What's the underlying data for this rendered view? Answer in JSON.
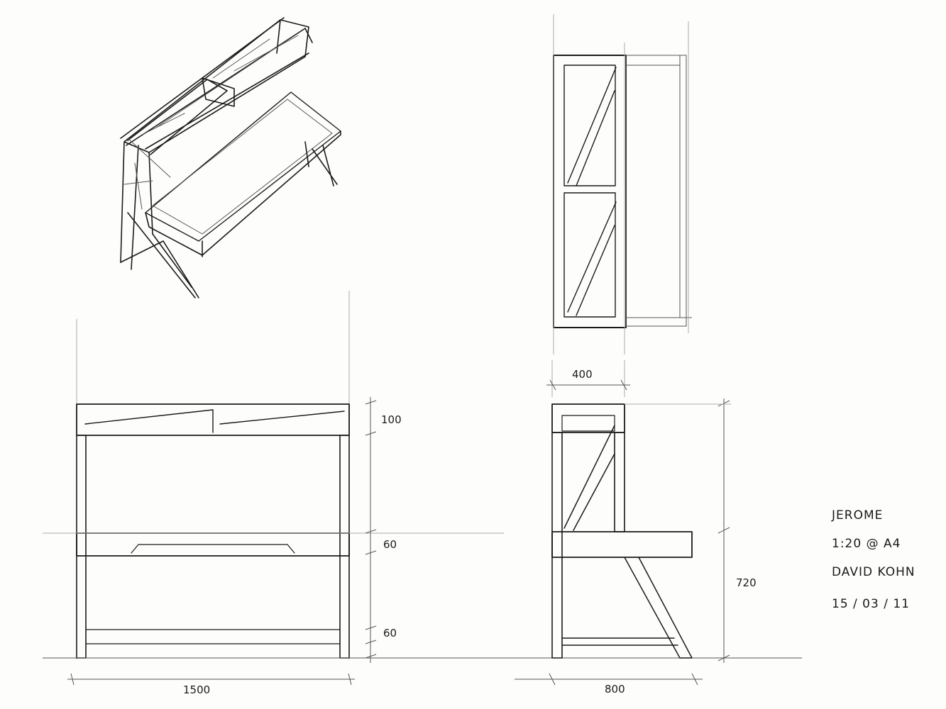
{
  "title_block": {
    "project": "JEROME",
    "scale": "1:20 @ A4",
    "author": "DAVID KOHN",
    "date": "15 / 03 / 11"
  },
  "front_elevation": {
    "dim_top_band": "100",
    "dim_desk": "60",
    "dim_bottom_rail": "60",
    "dim_width": "1500"
  },
  "side_elevation": {
    "dim_top_depth": "400",
    "dim_height": "720",
    "dim_depth": "800"
  }
}
